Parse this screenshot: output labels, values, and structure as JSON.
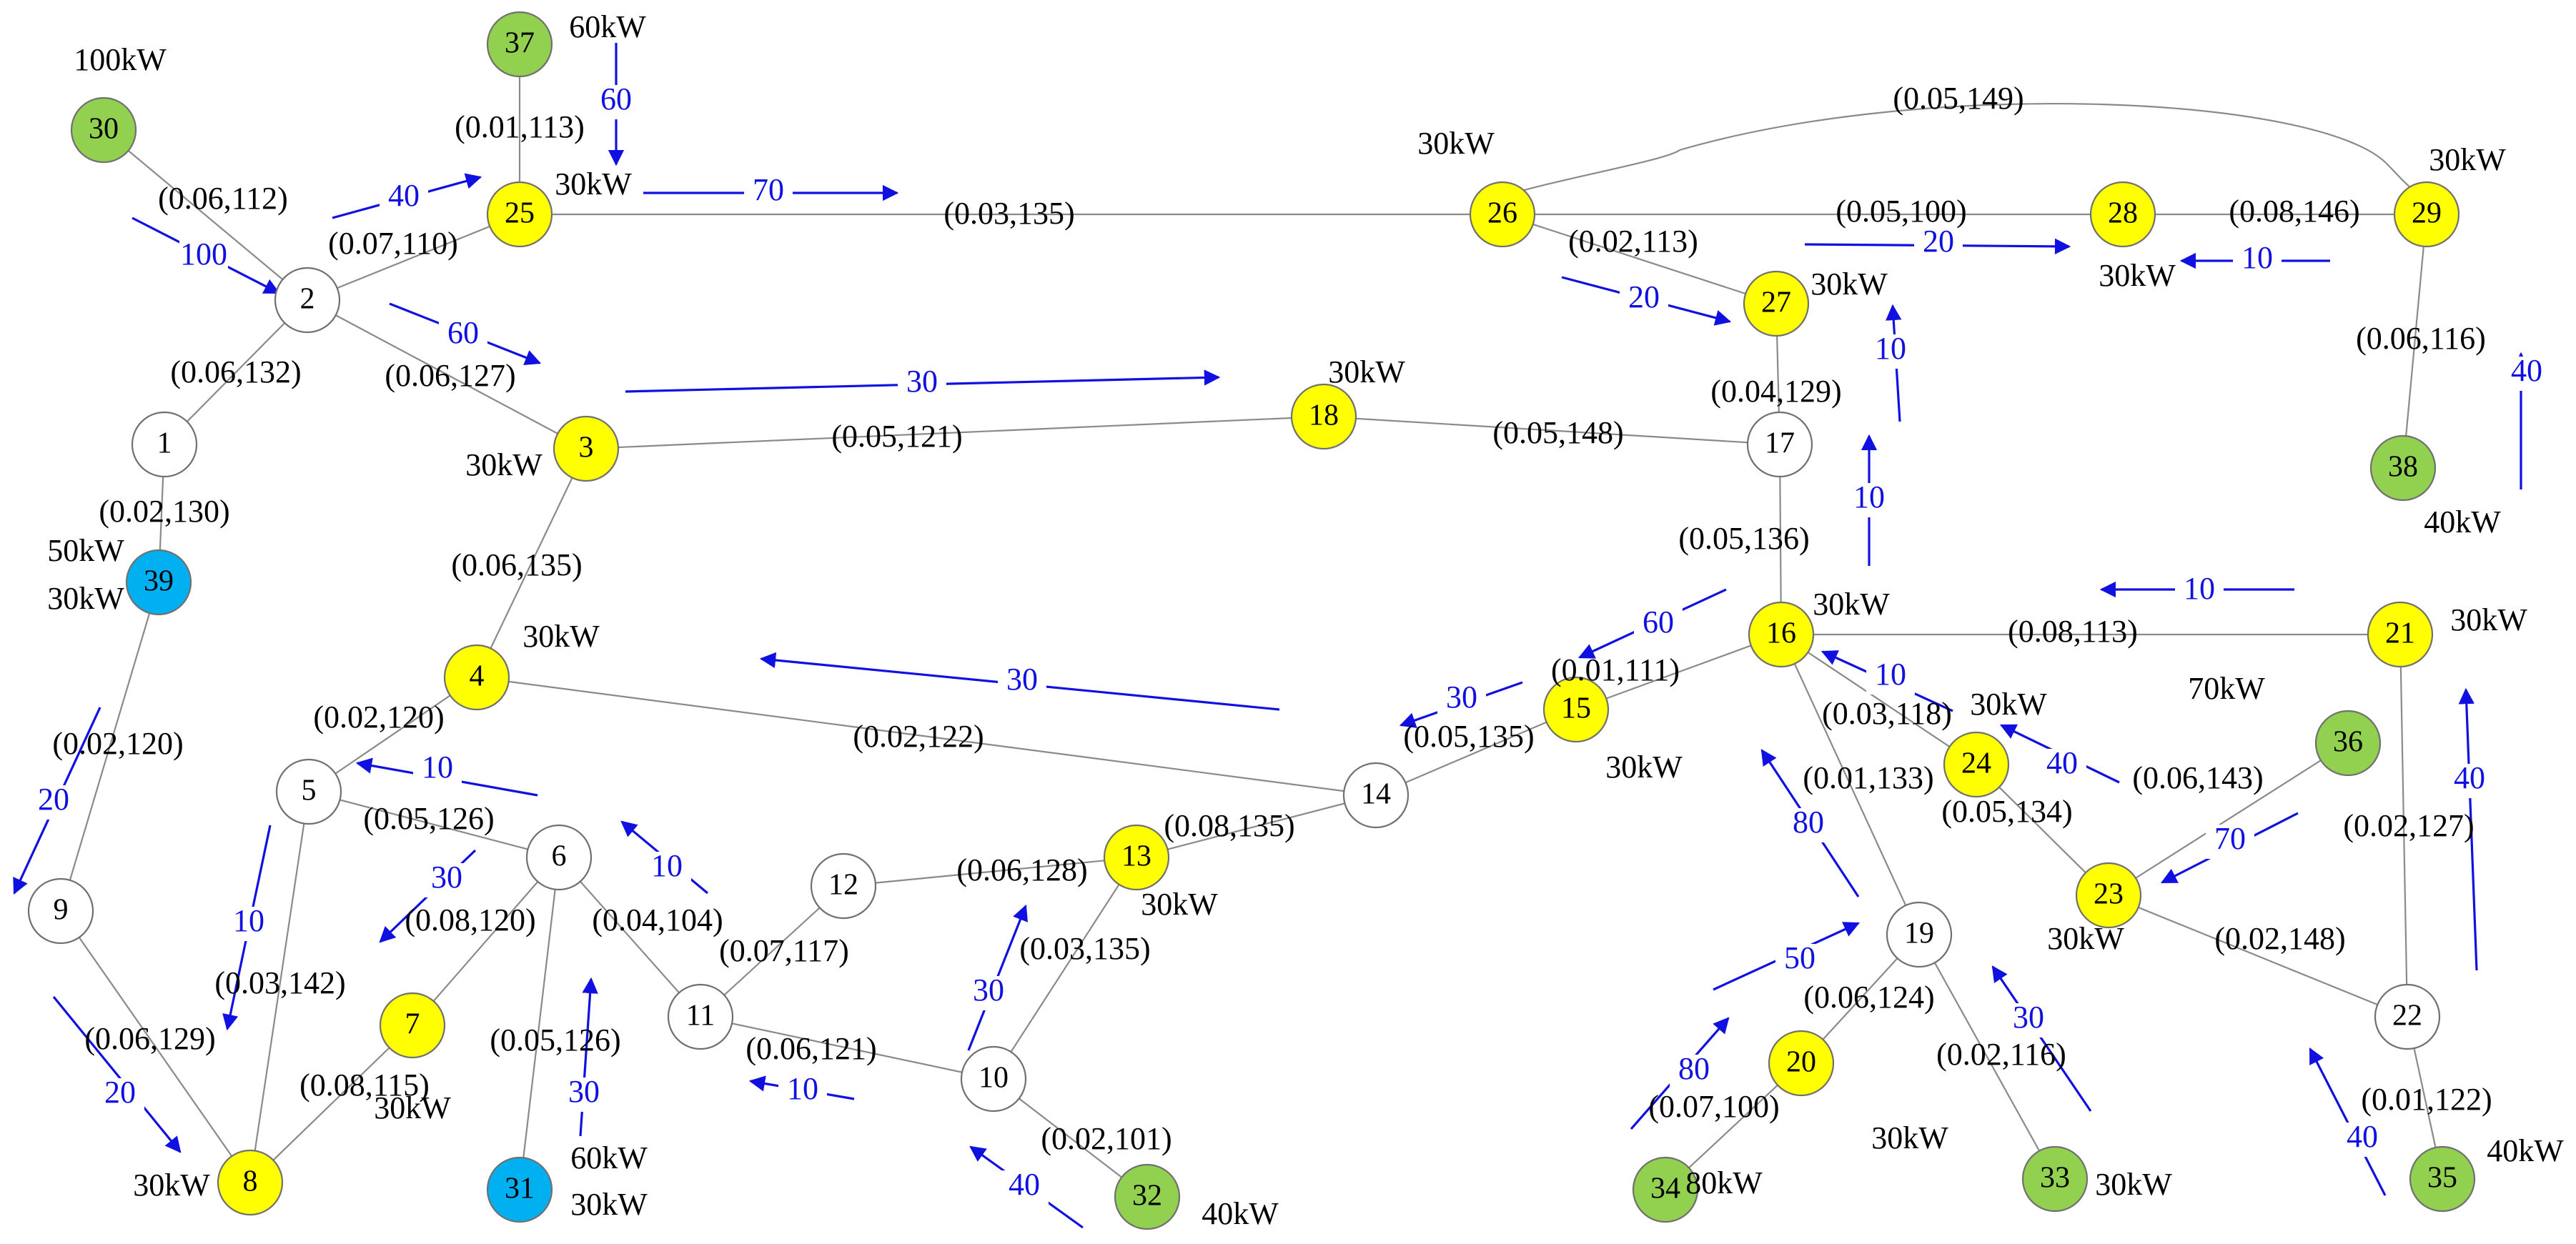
{
  "colors": {
    "yellow_node": "#ffff00",
    "green_node": "#92d050",
    "blue_node": "#00b0f0",
    "white_node": "#ffffff",
    "edge": "#8a8a8a",
    "flow_arrow": "#1010e0"
  },
  "nodes": [
    {
      "id": "1",
      "fill": "white"
    },
    {
      "id": "2",
      "fill": "white"
    },
    {
      "id": "3",
      "fill": "yellow"
    },
    {
      "id": "4",
      "fill": "yellow"
    },
    {
      "id": "5",
      "fill": "white"
    },
    {
      "id": "6",
      "fill": "white"
    },
    {
      "id": "7",
      "fill": "yellow"
    },
    {
      "id": "8",
      "fill": "yellow"
    },
    {
      "id": "9",
      "fill": "white"
    },
    {
      "id": "10",
      "fill": "white"
    },
    {
      "id": "11",
      "fill": "white"
    },
    {
      "id": "12",
      "fill": "white"
    },
    {
      "id": "13",
      "fill": "yellow"
    },
    {
      "id": "14",
      "fill": "white"
    },
    {
      "id": "15",
      "fill": "yellow"
    },
    {
      "id": "16",
      "fill": "yellow"
    },
    {
      "id": "17",
      "fill": "white"
    },
    {
      "id": "18",
      "fill": "yellow"
    },
    {
      "id": "19",
      "fill": "white"
    },
    {
      "id": "20",
      "fill": "yellow"
    },
    {
      "id": "21",
      "fill": "yellow"
    },
    {
      "id": "22",
      "fill": "white"
    },
    {
      "id": "23",
      "fill": "yellow"
    },
    {
      "id": "24",
      "fill": "yellow"
    },
    {
      "id": "25",
      "fill": "yellow"
    },
    {
      "id": "26",
      "fill": "yellow"
    },
    {
      "id": "27",
      "fill": "yellow"
    },
    {
      "id": "28",
      "fill": "yellow"
    },
    {
      "id": "29",
      "fill": "yellow"
    },
    {
      "id": "30",
      "fill": "green"
    },
    {
      "id": "31",
      "fill": "blue"
    },
    {
      "id": "32",
      "fill": "green"
    },
    {
      "id": "33",
      "fill": "green"
    },
    {
      "id": "34",
      "fill": "green"
    },
    {
      "id": "35",
      "fill": "green"
    },
    {
      "id": "36",
      "fill": "green"
    },
    {
      "id": "37",
      "fill": "green"
    },
    {
      "id": "38",
      "fill": "green"
    },
    {
      "id": "39",
      "fill": "blue"
    }
  ],
  "edges": [
    {
      "from": "30",
      "to": "2",
      "label": "(0.06,112)"
    },
    {
      "from": "2",
      "to": "25",
      "label": "(0.07,110)"
    },
    {
      "from": "25",
      "to": "37",
      "label": "(0.01,113)"
    },
    {
      "from": "25",
      "to": "26",
      "label": "(0.03,135)"
    },
    {
      "from": "26",
      "to": "28",
      "label": "(0.05,100)"
    },
    {
      "from": "26",
      "to": "29",
      "label": "(0.05,149)"
    },
    {
      "from": "26",
      "to": "27",
      "label": "(0.02,113)"
    },
    {
      "from": "28",
      "to": "29",
      "label": "(0.08,146)"
    },
    {
      "from": "29",
      "to": "38",
      "label": "(0.06,116)"
    },
    {
      "from": "27",
      "to": "17",
      "label": "(0.04,129)"
    },
    {
      "from": "2",
      "to": "1",
      "label": "(0.06,132)"
    },
    {
      "from": "2",
      "to": "3",
      "label": "(0.06,127)"
    },
    {
      "from": "3",
      "to": "18",
      "label": "(0.05,121)"
    },
    {
      "from": "18",
      "to": "17",
      "label": "(0.05,148)"
    },
    {
      "from": "17",
      "to": "16",
      "label": "(0.05,136)"
    },
    {
      "from": "1",
      "to": "39",
      "label": "(0.02,130)"
    },
    {
      "from": "3",
      "to": "4",
      "label": "(0.06,135)"
    },
    {
      "from": "4",
      "to": "5",
      "label": "(0.02,120)"
    },
    {
      "from": "4",
      "to": "14",
      "label": "(0.02,122)"
    },
    {
      "from": "39",
      "to": "9",
      "label": "(0.02,120)"
    },
    {
      "from": "16",
      "to": "21",
      "label": "(0.08,113)"
    },
    {
      "from": "16",
      "to": "15",
      "label": "(0.01,111)"
    },
    {
      "from": "16",
      "to": "24",
      "label": "(0.03,118)"
    },
    {
      "from": "16",
      "to": "19",
      "label": "(0.01,133)"
    },
    {
      "from": "15",
      "to": "14",
      "label": "(0.05,135)"
    },
    {
      "from": "5",
      "to": "6",
      "label": "(0.05,126)"
    },
    {
      "from": "14",
      "to": "13",
      "label": "(0.08,135)"
    },
    {
      "from": "24",
      "to": "23",
      "label": "(0.05,134)"
    },
    {
      "from": "36",
      "to": "23",
      "label": "(0.06,143)"
    },
    {
      "from": "21",
      "to": "22",
      "label": "(0.02,127)"
    },
    {
      "from": "6",
      "to": "7",
      "label": "(0.08,120)"
    },
    {
      "from": "6",
      "to": "11",
      "label": "(0.04,104)"
    },
    {
      "from": "12",
      "to": "13",
      "label": "(0.06,128)"
    },
    {
      "from": "11",
      "to": "12",
      "label": "(0.07,117)"
    },
    {
      "from": "23",
      "to": "22",
      "label": "(0.02,148)"
    },
    {
      "from": "13",
      "to": "10",
      "label": "(0.03,135)"
    },
    {
      "from": "5",
      "to": "8",
      "label": "(0.03,142)"
    },
    {
      "from": "19",
      "to": "20",
      "label": "(0.06,124)"
    },
    {
      "from": "9",
      "to": "8",
      "label": "(0.06,129)"
    },
    {
      "from": "6",
      "to": "31",
      "label": "(0.05,126)"
    },
    {
      "from": "11",
      "to": "10",
      "label": "(0.06,121)"
    },
    {
      "from": "19",
      "to": "33",
      "label": "(0.02,116)"
    },
    {
      "from": "7",
      "to": "8",
      "label": "(0.08,115)"
    },
    {
      "from": "22",
      "to": "35",
      "label": "(0.01,122)"
    },
    {
      "from": "20",
      "to": "34",
      "label": "(0.07,100)"
    },
    {
      "from": "10",
      "to": "32",
      "label": "(0.02,101)"
    }
  ],
  "power_labels": [
    {
      "for": "30",
      "text": "100kW"
    },
    {
      "for": "37",
      "text": "60kW"
    },
    {
      "for": "25",
      "text": "30kW"
    },
    {
      "for": "26",
      "text": "30kW"
    },
    {
      "for": "29",
      "text": "30kW"
    },
    {
      "for": "28",
      "text": "30kW"
    },
    {
      "for": "27",
      "text": "30kW"
    },
    {
      "for": "18",
      "text": "30kW"
    },
    {
      "for": "3",
      "text": "30kW"
    },
    {
      "for": "39",
      "text": "50kW"
    },
    {
      "for": "39",
      "text": "30kW"
    },
    {
      "for": "4",
      "text": "30kW"
    },
    {
      "for": "16",
      "text": "30kW"
    },
    {
      "for": "21",
      "text": "30kW"
    },
    {
      "for": "38",
      "text": "40kW"
    },
    {
      "for": "15",
      "text": "30kW"
    },
    {
      "for": "24",
      "text": "30kW"
    },
    {
      "for": "36",
      "text": "70kW"
    },
    {
      "for": "13",
      "text": "30kW"
    },
    {
      "for": "23",
      "text": "30kW"
    },
    {
      "for": "7",
      "text": "30kW"
    },
    {
      "for": "8",
      "text": "30kW"
    },
    {
      "for": "31",
      "text": "60kW"
    },
    {
      "for": "31",
      "text": "30kW"
    },
    {
      "for": "32",
      "text": "40kW"
    },
    {
      "for": "20",
      "text": "30kW"
    },
    {
      "for": "34",
      "text": "80kW"
    },
    {
      "for": "33",
      "text": "30kW"
    },
    {
      "for": "35",
      "text": "40kW"
    }
  ],
  "flows": [
    {
      "value": "100"
    },
    {
      "value": "40"
    },
    {
      "value": "60"
    },
    {
      "value": "70"
    },
    {
      "value": "60"
    },
    {
      "value": "30"
    },
    {
      "value": "20"
    },
    {
      "value": "20"
    },
    {
      "value": "10"
    },
    {
      "value": "10"
    },
    {
      "value": "10"
    },
    {
      "value": "40"
    },
    {
      "value": "10"
    },
    {
      "value": "60"
    },
    {
      "value": "30"
    },
    {
      "value": "10"
    },
    {
      "value": "40"
    },
    {
      "value": "70"
    },
    {
      "value": "40"
    },
    {
      "value": "30"
    },
    {
      "value": "20"
    },
    {
      "value": "10"
    },
    {
      "value": "30"
    },
    {
      "value": "10"
    },
    {
      "value": "10"
    },
    {
      "value": "20"
    },
    {
      "value": "30"
    },
    {
      "value": "30"
    },
    {
      "value": "10"
    },
    {
      "value": "40"
    },
    {
      "value": "80"
    },
    {
      "value": "50"
    },
    {
      "value": "80"
    },
    {
      "value": "30"
    },
    {
      "value": "40"
    }
  ]
}
